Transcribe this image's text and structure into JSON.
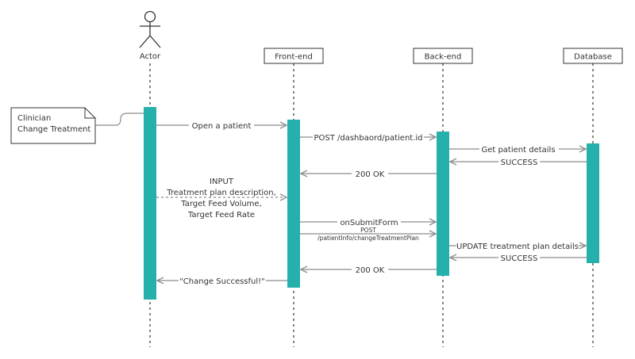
{
  "colors": {
    "activation": "#26b0ac",
    "line": "#8c8c8c",
    "text": "#333333",
    "border": "#333333"
  },
  "participants": {
    "actor": {
      "label": "Actor",
      "icon": "stick-figure-icon"
    },
    "frontend": {
      "label": "Front-end"
    },
    "backend": {
      "label": "Back-end"
    },
    "database": {
      "label": "Database"
    }
  },
  "note": {
    "line1": "Clinician",
    "line2": "Change Treatment"
  },
  "messages": {
    "m1": "Open a patient",
    "m2": "POST /dashbaord/patient.id",
    "m3": "Get patient details",
    "m4": "SUCCESS",
    "m5": "200 OK",
    "m6": {
      "line1": "INPUT",
      "line2": "Treatment plan description,",
      "line3": "Target Feed Volume,",
      "line4": "Target Feed Rate"
    },
    "m7": "onSubmitForm",
    "m8": {
      "line1": "POST",
      "line2": "/patientInfo/changeTreatmentPlan"
    },
    "m9": "UPDATE treatment plan details",
    "m10": "SUCCESS",
    "m11": "200 OK",
    "m12": "\"Change Successful!\""
  }
}
